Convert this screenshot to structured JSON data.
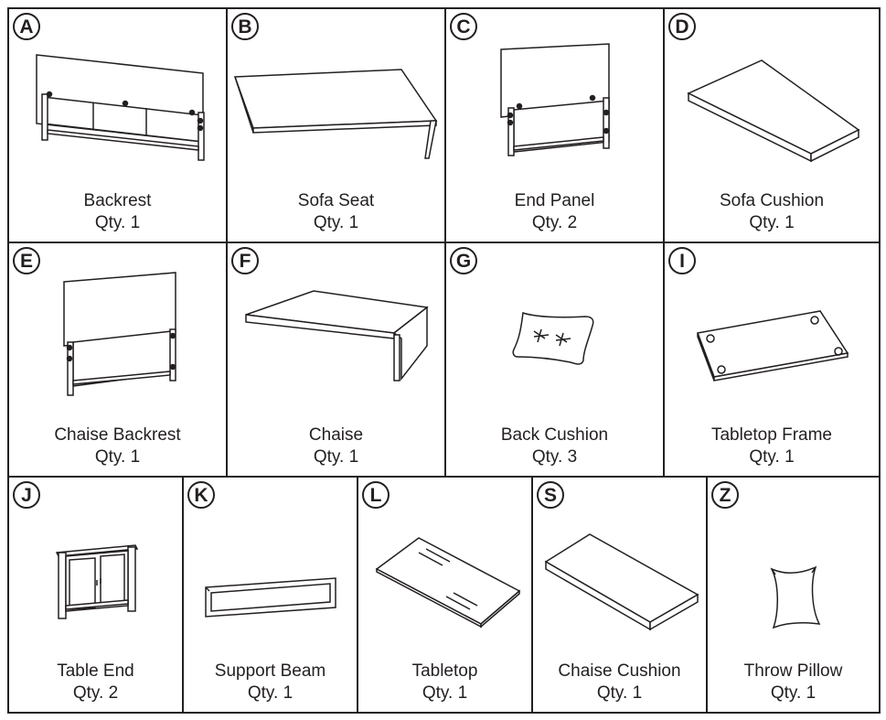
{
  "parts": [
    {
      "letter": "A",
      "name": "Backrest",
      "qty": "Qty. 1",
      "icon": "backrest-icon"
    },
    {
      "letter": "B",
      "name": "Sofa Seat",
      "qty": "Qty. 1",
      "icon": "sofa-seat-icon"
    },
    {
      "letter": "C",
      "name": "End Panel",
      "qty": "Qty. 2",
      "icon": "end-panel-icon"
    },
    {
      "letter": "D",
      "name": "Sofa Cushion",
      "qty": "Qty. 1",
      "icon": "sofa-cushion-icon"
    },
    {
      "letter": "E",
      "name": "Chaise Backrest",
      "qty": "Qty. 1",
      "icon": "chaise-backrest-icon"
    },
    {
      "letter": "F",
      "name": "Chaise",
      "qty": "Qty. 1",
      "icon": "chaise-icon"
    },
    {
      "letter": "G",
      "name": "Back Cushion",
      "qty": "Qty. 3",
      "icon": "back-cushion-icon"
    },
    {
      "letter": "I",
      "name": "Tabletop Frame",
      "qty": "Qty. 1",
      "icon": "tabletop-frame-icon"
    },
    {
      "letter": "J",
      "name": "Table End",
      "qty": "Qty. 2",
      "icon": "table-end-icon"
    },
    {
      "letter": "K",
      "name": "Support Beam",
      "qty": "Qty. 1",
      "icon": "support-beam-icon"
    },
    {
      "letter": "L",
      "name": "Tabletop",
      "qty": "Qty. 1",
      "icon": "tabletop-icon"
    },
    {
      "letter": "S",
      "name": "Chaise Cushion",
      "qty": "Qty. 1",
      "icon": "chaise-cushion-icon"
    },
    {
      "letter": "Z",
      "name": "Throw Pillow",
      "qty": "Qty. 1",
      "icon": "throw-pillow-icon"
    }
  ]
}
